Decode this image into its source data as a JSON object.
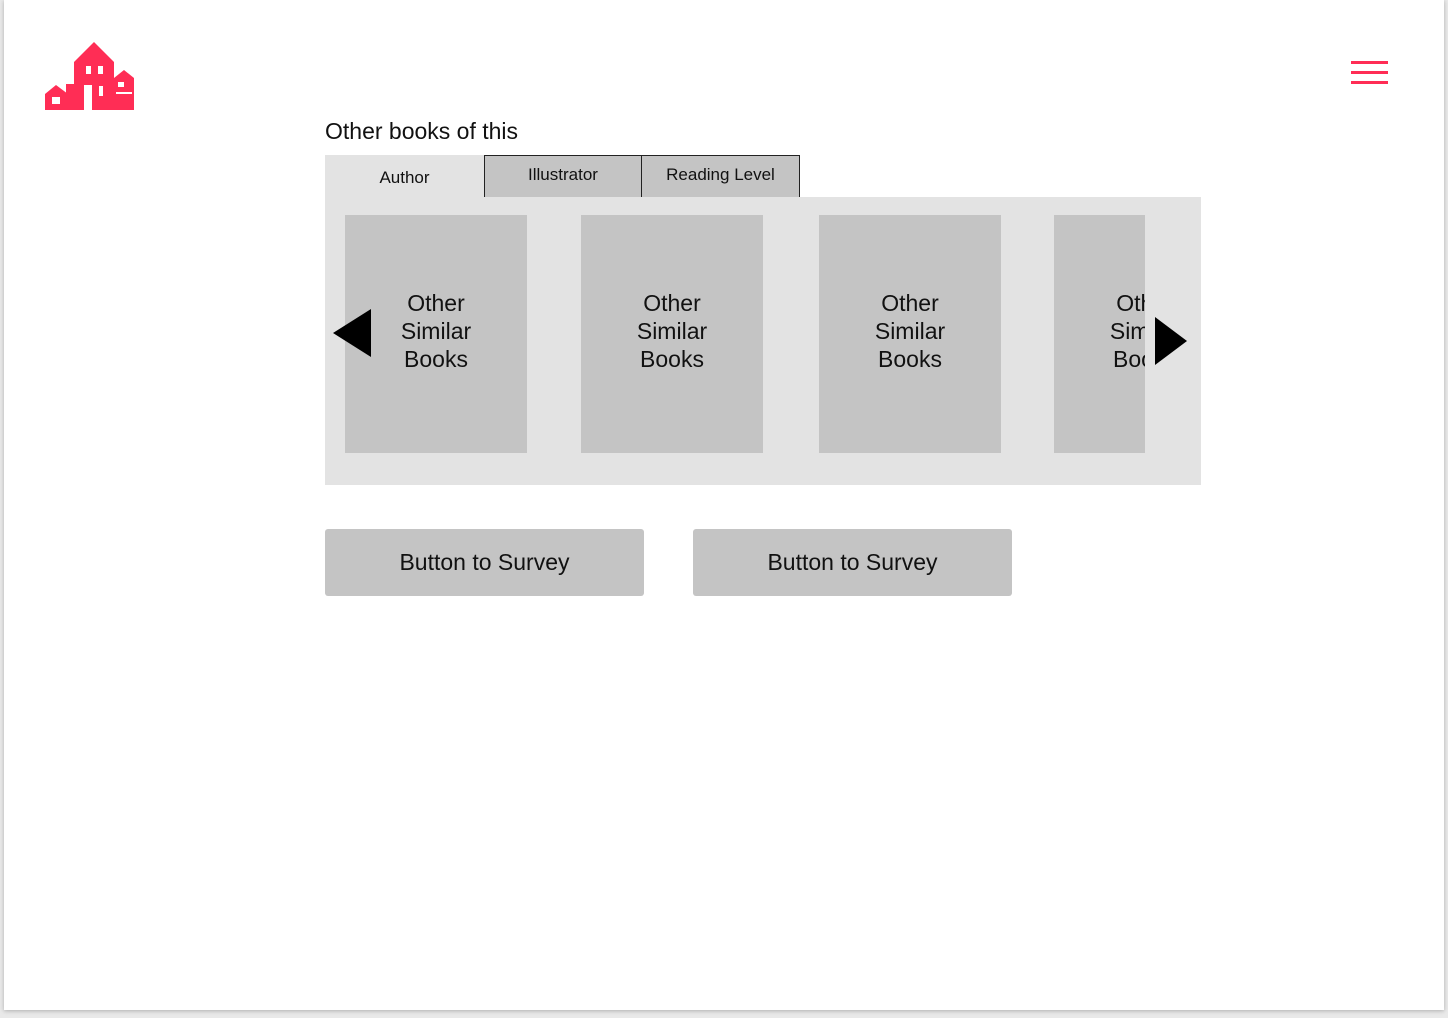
{
  "colors": {
    "brand": "#ff2d55",
    "panel": "#e3e3e3",
    "placeholder": "#c4c4c4"
  },
  "header": {
    "logo_icon": "school-building-icon",
    "menu_icon": "hamburger-menu-icon"
  },
  "section": {
    "title": "Other books of this"
  },
  "tabs": [
    {
      "label": "Author",
      "active": true
    },
    {
      "label": "Illustrator",
      "active": false
    },
    {
      "label": "Reading Level",
      "active": false
    }
  ],
  "carousel": {
    "prev_icon": "triangle-left-icon",
    "next_icon": "triangle-right-icon",
    "books": [
      {
        "label": "Other\nSimilar\nBooks"
      },
      {
        "label": "Other\nSimilar\nBooks"
      },
      {
        "label": "Other\nSimilar\nBooks"
      },
      {
        "label": "Other\nSimilar\nBooks"
      }
    ]
  },
  "buttons": [
    {
      "label": "Button to Survey"
    },
    {
      "label": "Button to Survey"
    }
  ]
}
